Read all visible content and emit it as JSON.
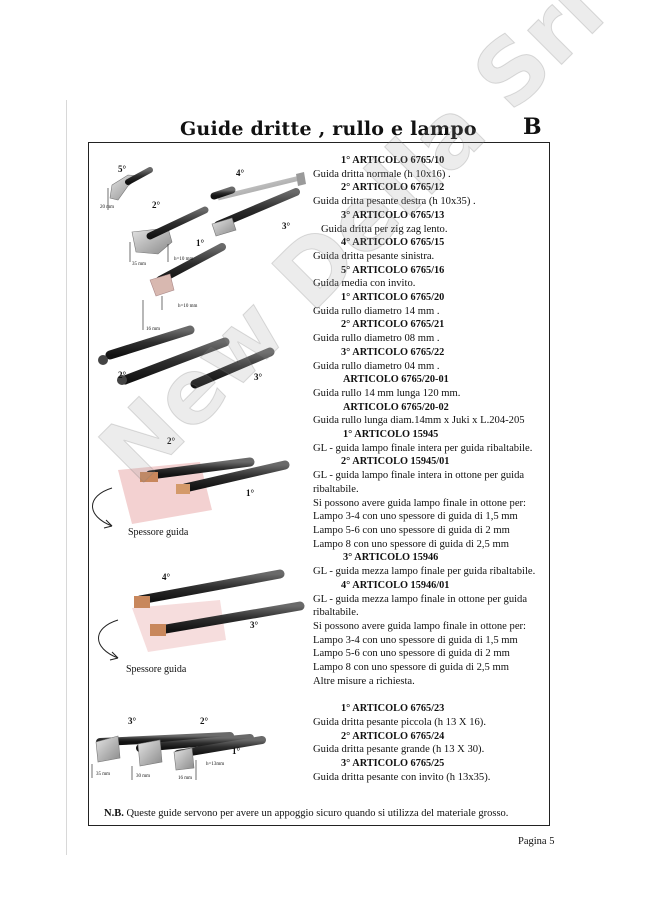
{
  "header": {
    "title": "Guide dritte , rullo e lampo",
    "section": "B"
  },
  "watermark": "New Della Srl",
  "figures": {
    "g1": {
      "labels": [
        "5°",
        "4°",
        "2°",
        "3°",
        "1°"
      ],
      "dims": [
        "20 mm",
        "35 mm",
        "h=10 mm",
        "h=10 mm",
        "16 mm"
      ]
    },
    "g2": {
      "labels": [
        "2°",
        "3°"
      ]
    },
    "g3": {
      "labels": [
        "2°",
        "1°"
      ],
      "caption": "Spessore guida"
    },
    "g4": {
      "labels": [
        "4°",
        "3°"
      ],
      "caption": "Spessore guida"
    },
    "g5": {
      "labels": [
        "3°",
        "2°",
        "1°"
      ],
      "dims": [
        "35 mm",
        "30 mm",
        "16 mm",
        "h=13mm"
      ]
    }
  },
  "text": {
    "block1": [
      {
        "t": "1° ARTICOLO 6765/10",
        "bold": true,
        "cls": "c1"
      },
      {
        "t": "Guida dritta normale (h 10x16) .",
        "bold": false,
        "cls": ""
      },
      {
        "t": "2° ARTICOLO 6765/12",
        "bold": true,
        "cls": "c1"
      },
      {
        "t": "Guida dritta pesante destra (h 10x35) .",
        "bold": false,
        "cls": ""
      },
      {
        "t": "3° ARTICOLO 6765/13",
        "bold": true,
        "cls": "c1"
      },
      {
        "t": "Guida dritta per zig zag lento.",
        "bold": false,
        "cls": "c2"
      },
      {
        "t": "4° ARTICOLO 6765/15",
        "bold": true,
        "cls": "c1"
      },
      {
        "t": "Guida dritta pesante sinistra.",
        "bold": false,
        "cls": ""
      },
      {
        "t": "5° ARTICOLO 6765/16",
        "bold": true,
        "cls": "c1"
      },
      {
        "t": "Guida media con invito.",
        "bold": false,
        "cls": ""
      },
      {
        "t": "1° ARTICOLO 6765/20",
        "bold": true,
        "cls": "c1"
      },
      {
        "t": "Guida rullo diametro 14 mm .",
        "bold": false,
        "cls": ""
      },
      {
        "t": "2° ARTICOLO 6765/21",
        "bold": true,
        "cls": "c1"
      },
      {
        "t": "Guida rullo diametro 08 mm .",
        "bold": false,
        "cls": ""
      },
      {
        "t": "3° ARTICOLO 6765/22",
        "bold": true,
        "cls": "c1"
      },
      {
        "t": "Guida rullo diametro 04 mm .",
        "bold": false,
        "cls": ""
      },
      {
        "t": "ARTICOLO 6765/20-01",
        "bold": true,
        "cls": "c3"
      },
      {
        "t": "Guida rullo 14 mm lunga 120 mm.",
        "bold": false,
        "cls": ""
      },
      {
        "t": "ARTICOLO 6765/20-02",
        "bold": true,
        "cls": "c3"
      },
      {
        "t": "Guida rullo lunga diam.14mm x Juki x L.204-205",
        "bold": false,
        "cls": ""
      },
      {
        "t": "1° ARTICOLO 15945",
        "bold": true,
        "cls": "c4"
      },
      {
        "t": "GL - guida lampo finale intera per guida ribaltabile.",
        "bold": false,
        "cls": ""
      },
      {
        "t": "2° ARTICOLO 15945/01",
        "bold": true,
        "cls": "c1"
      },
      {
        "t": "GL - guida lampo finale intera in ottone per guida",
        "bold": false,
        "cls": ""
      },
      {
        "t": "ribaltabile.",
        "bold": false,
        "cls": ""
      },
      {
        "t": "Si possono avere guida lampo finale in ottone per:",
        "bold": false,
        "cls": ""
      },
      {
        "t": "Lampo 3-4 con uno spessore di guida di 1,5 mm",
        "bold": false,
        "cls": ""
      },
      {
        "t": "Lampo 5-6 con uno spessore di guida di 2 mm",
        "bold": false,
        "cls": ""
      },
      {
        "t": "Lampo 8 con uno spessore di guida di 2,5 mm",
        "bold": false,
        "cls": ""
      },
      {
        "t": "3° ARTICOLO 15946",
        "bold": true,
        "cls": "c5"
      },
      {
        "t": "GL - guida mezza lampo finale per guida ribaltabile.",
        "bold": false,
        "cls": ""
      },
      {
        "t": "4° ARTICOLO 15946/01",
        "bold": true,
        "cls": "c1"
      },
      {
        "t": "GL - guida mezza lampo finale in ottone per guida",
        "bold": false,
        "cls": ""
      },
      {
        "t": "ribaltabile.",
        "bold": false,
        "cls": ""
      },
      {
        "t": "Si possono avere guida lampo finale in ottone per:",
        "bold": false,
        "cls": ""
      },
      {
        "t": "Lampo 3-4 con uno spessore di guida di 1,5 mm",
        "bold": false,
        "cls": ""
      },
      {
        "t": "Lampo 5-6 con uno spessore di guida di 2 mm",
        "bold": false,
        "cls": ""
      },
      {
        "t": "Lampo 8 con uno spessore di guida di 2,5 mm",
        "bold": false,
        "cls": ""
      },
      {
        "t": "Altre misure a richiesta.",
        "bold": false,
        "cls": ""
      }
    ],
    "block2": [
      {
        "t": "1° ARTICOLO 6765/23",
        "bold": true,
        "cls": "c1"
      },
      {
        "t": "Guida dritta pesante piccola (h 13 X 16).",
        "bold": false,
        "cls": ""
      },
      {
        "t": "2° ARTICOLO 6765/24",
        "bold": true,
        "cls": "c1"
      },
      {
        "t": "Guida dritta pesante grande (h 13 X 30).",
        "bold": false,
        "cls": ""
      },
      {
        "t": "3° ARTICOLO 6765/25",
        "bold": true,
        "cls": "c1"
      },
      {
        "t": "Guida dritta pesante con invito (h 13x35).",
        "bold": false,
        "cls": ""
      }
    ]
  },
  "note": {
    "prefix": "N.B.",
    "text": " Queste guide servono per avere un appoggio sicuro quando si utilizza del materiale grosso."
  },
  "footer": {
    "page": "Pagina  5"
  }
}
